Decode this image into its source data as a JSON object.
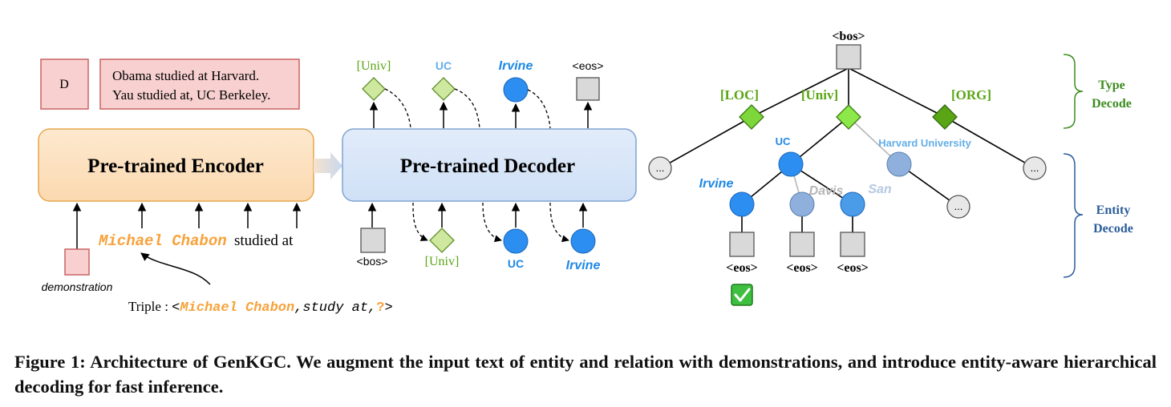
{
  "doc": {
    "d_box": "D",
    "demo_line1": "Obama studied at Harvard.",
    "demo_line2": "Yau studied at, UC Berkeley.",
    "encoder": "Pre-trained Encoder",
    "decoder": "Pre-trained Decoder",
    "input_head": "Michael Chabon",
    "input_rel": "studied at",
    "demonstration": "demonstration",
    "triple_prefix": "Triple : ",
    "triple_entity": "Michael Chabon",
    "triple_relation": ",study at,",
    "triple_q": "?",
    "dec_out_univ": "[Univ]",
    "dec_out_uc": "UC",
    "dec_out_irvine": "Irvine",
    "dec_out_eos": "<eos>",
    "dec_in_bos": "<bos>",
    "dec_in_univ": "[Univ]",
    "dec_in_uc": "UC",
    "dec_in_irvine": "Irvine",
    "tree_bos": "<bos>",
    "tree_loc": "[LOC]",
    "tree_univ": "[Univ]",
    "tree_org": "[ORG]",
    "tree_uc": "UC",
    "tree_harvard": "Harvard University",
    "tree_irvine": "Irvine",
    "tree_davis": "Davis",
    "tree_san": "San",
    "ellipsis": "...",
    "eos": "<eos>",
    "type_decode_1": "Type",
    "type_decode_2": "Decode",
    "entity_decode_1": "Entity",
    "entity_decode_2": "Decode",
    "caption": "Figure 1: Architecture of GenKGC. We augment the input text of entity and relation with demonstrations, and introduce entity-aware hierarchical decoding for fast inference."
  },
  "colors": {
    "orange": "#f7a23b",
    "green_type": "#5aa516",
    "blue_entity": "#1e88e5",
    "light_blue": "#63aee8",
    "pale_blue": "#b5c8e2",
    "navy": "#2b5d9a"
  }
}
